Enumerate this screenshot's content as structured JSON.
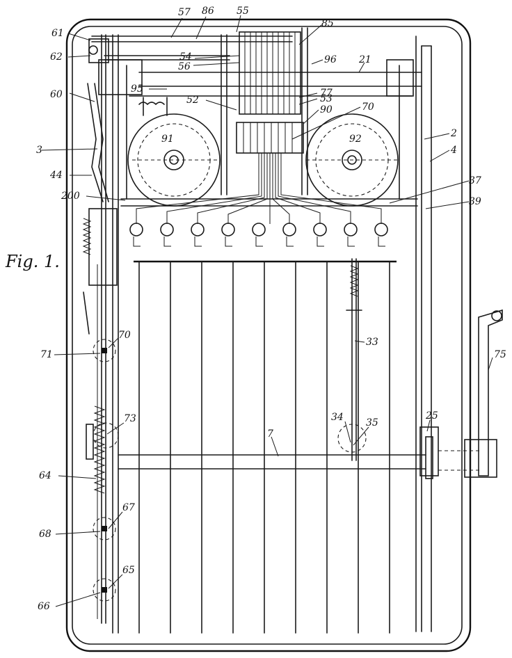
{
  "figure": {
    "caption": "Fig. 1."
  },
  "labels": {
    "l57": "57",
    "l86": "86",
    "l55": "55",
    "l61": "61",
    "l62": "62",
    "l85": "85",
    "l54": "54",
    "l56": "56",
    "l96": "96",
    "l21": "21",
    "l95": "95",
    "l60": "60",
    "l77": "77",
    "l53": "53",
    "l52": "52",
    "l90": "90",
    "l70a": "70",
    "l91": "91",
    "l92": "92",
    "l2": "2",
    "l3": "3",
    "l4": "4",
    "l44": "44",
    "l37": "37",
    "l200": "200",
    "l39": "39",
    "l33": "33",
    "l71": "71",
    "l70b": "70",
    "l75": "75",
    "l73": "73",
    "l34": "34",
    "l35": "35",
    "l7": "7",
    "l25": "25",
    "l64": "64",
    "l67": "67",
    "l68": "68",
    "l65": "65",
    "l66": "66"
  }
}
